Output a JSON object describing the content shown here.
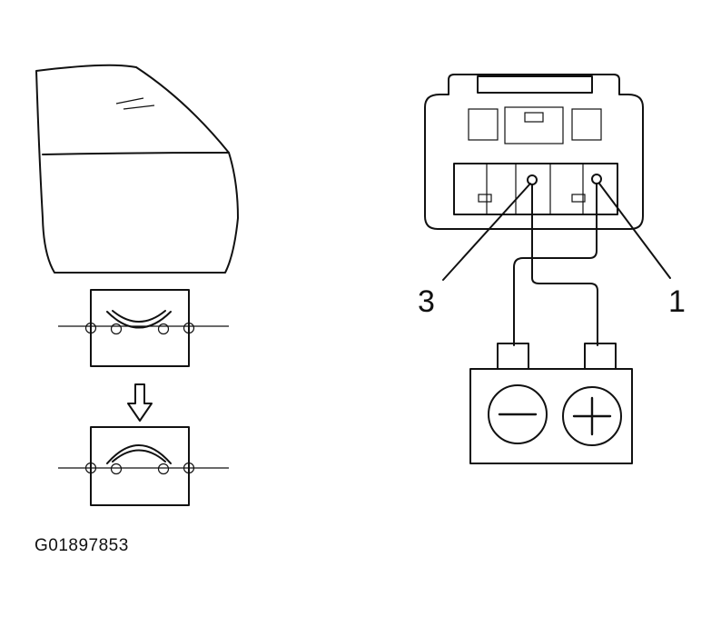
{
  "labels": {
    "pin_3": "3",
    "pin_1": "1",
    "figure_code": "G01897853"
  },
  "colors": {
    "ink": "#111111",
    "panel_fill": "#f4f4f4",
    "background": "#ffffff"
  },
  "icons": {
    "mirror": "side-mirror-icon",
    "switch_before": "switch-open-state-icon",
    "switch_after": "switch-closed-state-icon",
    "arrow": "down-arrow-icon",
    "connector": "connector-icon",
    "battery": "battery-icon",
    "minus": "minus-icon",
    "plus": "plus-icon"
  }
}
